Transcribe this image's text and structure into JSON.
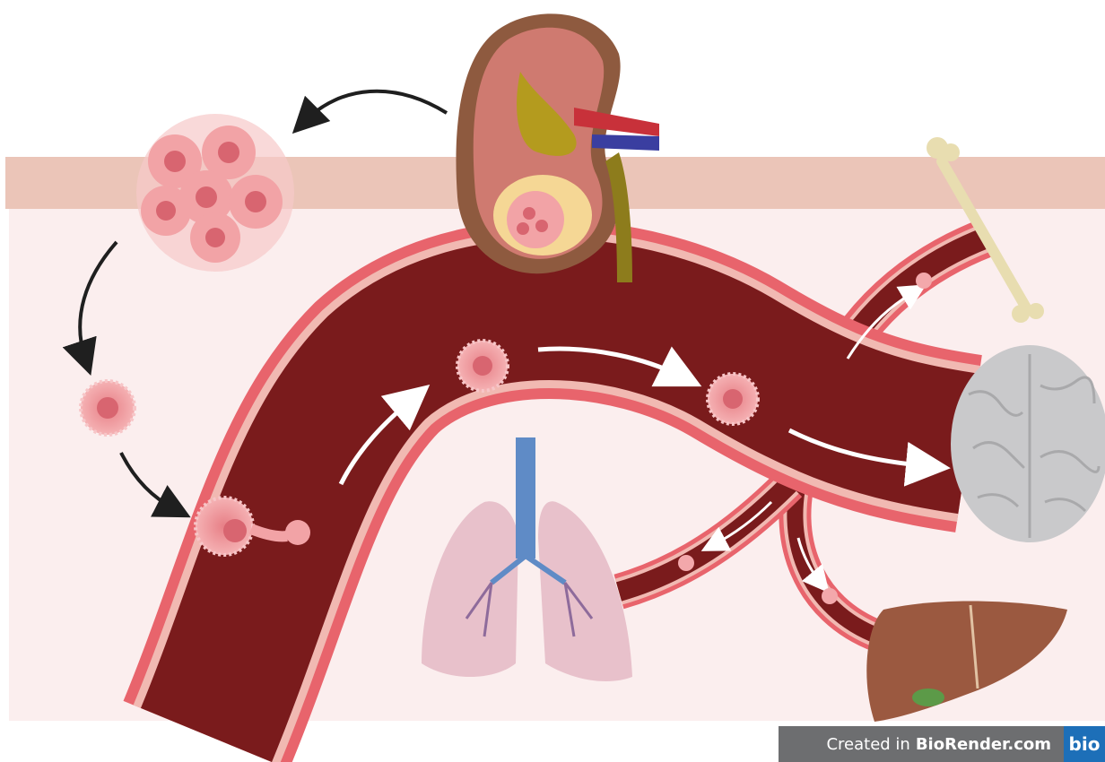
{
  "credit": {
    "prefix": "Created in",
    "brand": "BioRender.com",
    "logo_text": "bio"
  },
  "illustration": {
    "organs": [
      "kidney-with-tumor",
      "bone",
      "brain",
      "lungs",
      "liver"
    ],
    "colors": {
      "skin_band": "#ebc5b8",
      "tissue": "#fbeeee",
      "vessel_wall": "#e8646c",
      "vessel_lumen": "#7a1b1c",
      "tumor_cell": "#f1a5a8",
      "brain": "#c9c9cb",
      "liver": "#9b5940",
      "lung": "#e8c1cb",
      "trachea": "#5f8bc6",
      "bone": "#e8ddb0"
    }
  }
}
